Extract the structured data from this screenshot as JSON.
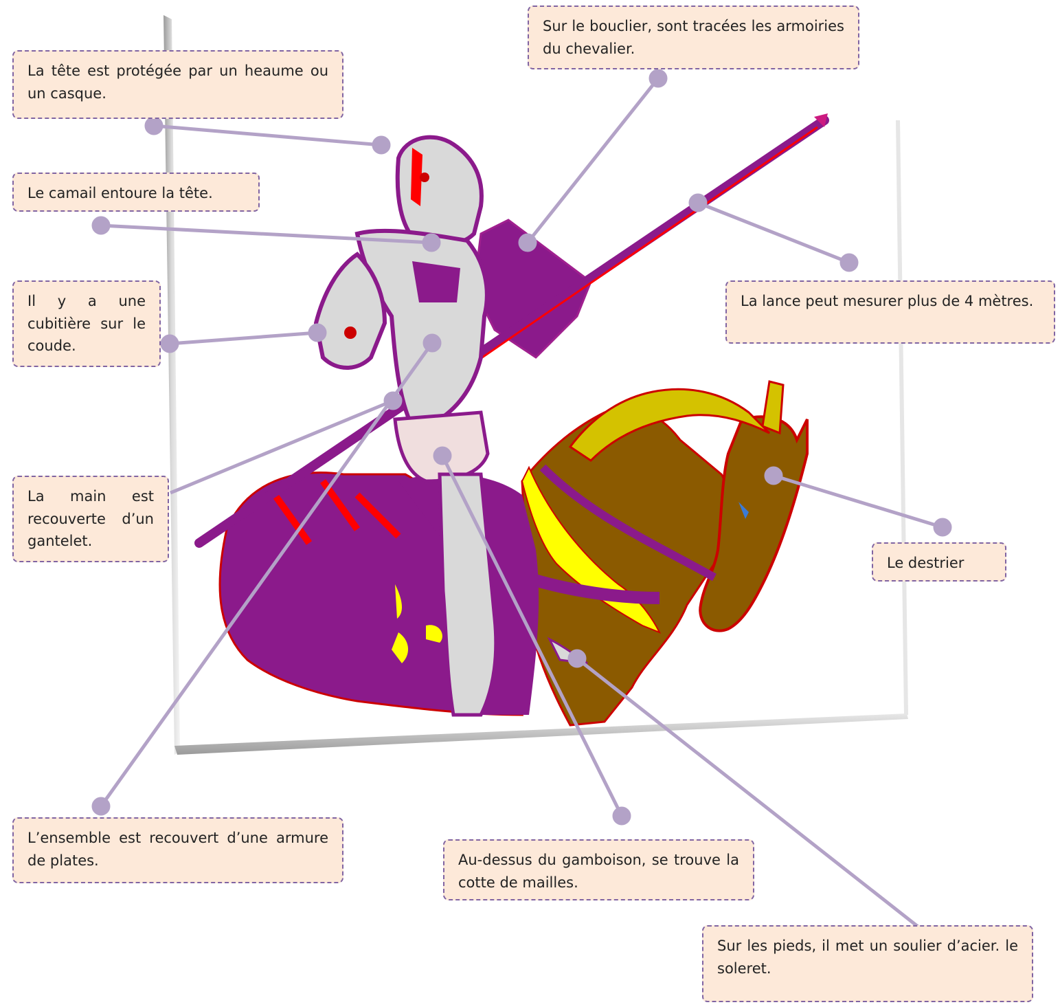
{
  "colors": {
    "connector": "#b3a2c7",
    "callout_bg": "#fde9d9",
    "callout_border": "#8064a2",
    "knight_purple": "#8b1a8b",
    "accent_red": "#ff0000",
    "armor_grey": "#d9d9d9",
    "horse_brown": "#8b5a00",
    "mane_gold": "#d4c200",
    "yellow": "#ffff00"
  },
  "labels": {
    "heaume": "La tête est protégée par un heaume ou un casque.",
    "bouclier": "Sur le bouclier, sont tracées les armoiries du chevalier.",
    "camail": "Le camail entoure la tête.",
    "cubitiere": "Il y a une cubitière sur le coude.",
    "lance": "La lance peut mesurer plus de 4 mètres.",
    "gantelet": "La main est recouverte d’un gantelet.",
    "destrier": "Le destrier",
    "armure": "L’ensemble est recouvert d’une armure de plates.",
    "cotte": "Au-dessus du gamboison, se trouve la cotte de mailles.",
    "soleret": "Sur les pieds, il met un soulier d’acier. le soleret."
  }
}
